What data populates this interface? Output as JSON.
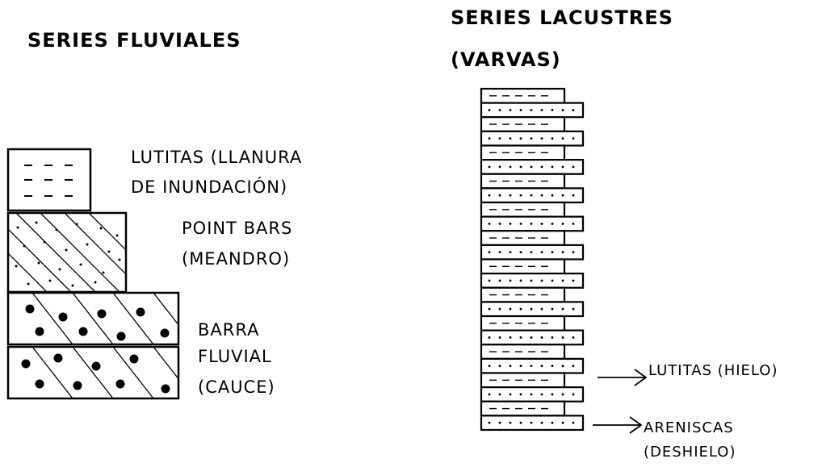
{
  "fluvial": {
    "title": "SERIES FLUVIALES",
    "lutitas_line1": "LUTITAS (LLANURA",
    "lutitas_line2": "DE INUNDACIÓN)",
    "point_line1": "POINT BARS",
    "point_line2": "(MEANDRO)",
    "barra_line1": "BARRA",
    "barra_line2": "FLUVIAL",
    "barra_line3": "(CAUCE)"
  },
  "lacustre": {
    "title_line1": "SERIES LACUSTRES",
    "title_line2": "(VARVAS)",
    "lutitas_label": "LUTITAS (HIELO)",
    "areniscas_line1": "ARENISCAS",
    "areniscas_line2": "(DESHIELO)"
  }
}
